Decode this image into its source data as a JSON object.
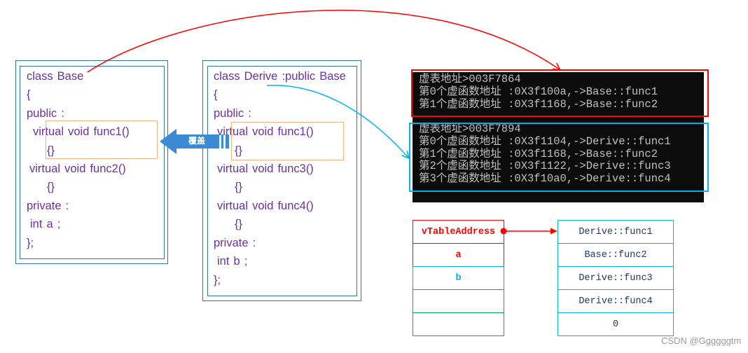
{
  "base_class": {
    "lines": [
      "class Base",
      "{",
      "public :",
      "virtual void func1()",
      "{}",
      "virtual void func2()",
      "{}",
      "private :",
      "int a ;",
      "};"
    ]
  },
  "derive_class": {
    "lines": [
      "class Derive :public Base",
      "{",
      "public :",
      "virtual void func1()",
      "{}",
      "virtual void func3()",
      "{}",
      "virtual void func4()",
      "{}",
      "private :",
      "int b ;",
      "};"
    ]
  },
  "override_label": "覆盖",
  "console": {
    "base_vtable": {
      "address": "虚表地址>003F7864",
      "entries": [
        "第0个虚函数地址 :0X3f100a,->Base::func1",
        "第1个虚函数地址 :0X3f1168,->Base::func2"
      ]
    },
    "derive_vtable": {
      "address": "虚表地址>003F7894",
      "entries": [
        "第0个虚函数地址 :0X3f1104,->Derive::func1",
        "第1个虚函数地址 :0X3f1168,->Base::func2",
        "第2个虚函数地址 :0X3f1122,->Derive::func3",
        "第3个虚函数地址 :0X3f10a0,->Derive::func4"
      ]
    }
  },
  "object_layout": {
    "cells": [
      "vTableAddress",
      "a",
      "b"
    ]
  },
  "vtable": {
    "entries": [
      "Derive::func1",
      "Base::func2",
      "Derive::func3",
      "Derive::func4",
      "0"
    ]
  },
  "watermark": "CSDN @Ggggggtm",
  "colors": {
    "code_text": "#6a30a0",
    "class_border": "#2e75b6",
    "highlight": "#f4b183",
    "base_red": "#ff0000",
    "derive_cyan": "#00b0f0",
    "spare_green": "#00b050",
    "override_blue": "#3a8ad4",
    "console_bg": "#0c0c0c",
    "console_text": "#c0c0c0",
    "vtable_text": "#1f3864",
    "watermark": "#9a9a9a"
  }
}
